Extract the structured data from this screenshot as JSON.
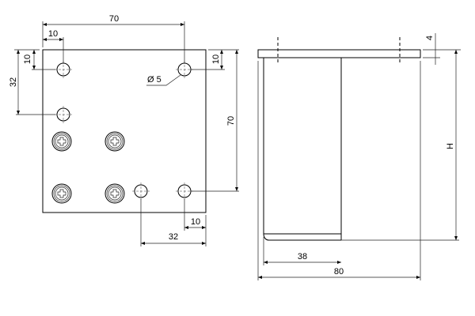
{
  "drawing": {
    "top_view": {
      "dim_width_holes": "70",
      "dim_edge_x": "10",
      "dim_edge_y_left": "10",
      "dim_hole_spacing_vertical": "32",
      "dim_edge_y_right": "10",
      "dim_height_holes": "70",
      "dim_edge_bottom_right": "10",
      "dim_hole_spacing_horizontal": "32",
      "hole_diameter": "Ø 5"
    },
    "side_view": {
      "dim_plate_thickness": "4",
      "dim_height": "H",
      "dim_leg_width": "38",
      "dim_total_width": "80"
    }
  }
}
